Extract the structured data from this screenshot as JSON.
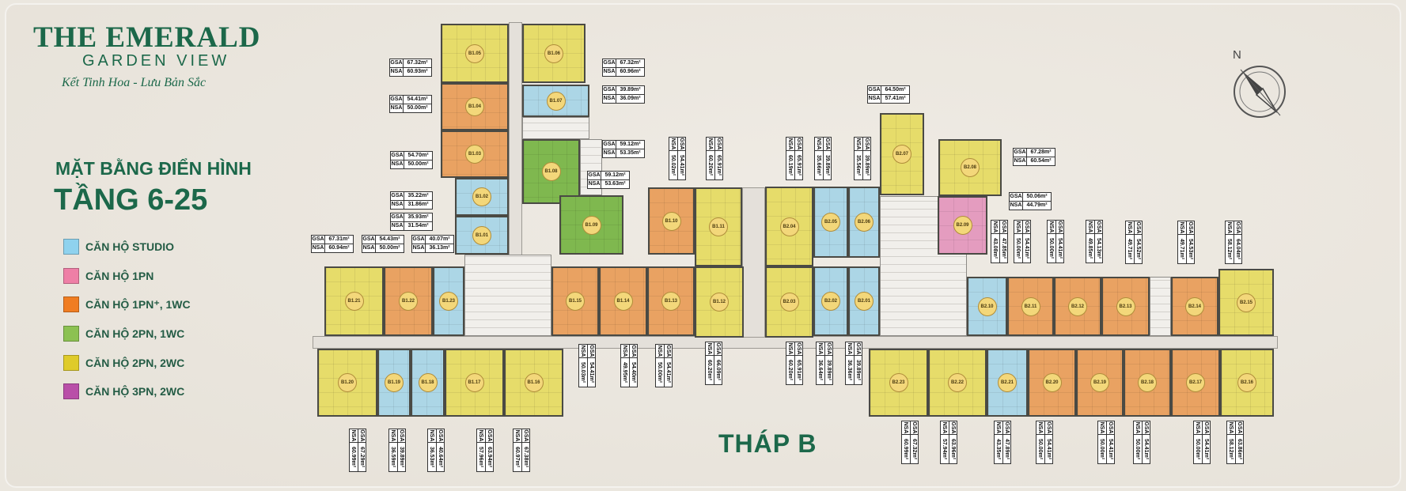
{
  "logo": {
    "title": "THE EMERALD",
    "subtitle": "GARDEN VIEW",
    "tagline": "Kết Tinh Hoa - Lưu Bản Sắc"
  },
  "plan": {
    "title": "MẶT BẰNG  ĐIỂN HÌNH",
    "floors": "TẦNG 6-25",
    "tower": "THÁP B",
    "compass_label": "N"
  },
  "legend": [
    {
      "label": "CĂN HỘ STUDIO",
      "color": "#8fd2ee"
    },
    {
      "label": "CĂN HỘ 1PN",
      "color": "#ee7fa6"
    },
    {
      "label": "CĂN HỘ 1PN⁺, 1WC",
      "color": "#f07d22"
    },
    {
      "label": "CĂN HỘ 2PN, 1WC",
      "color": "#8cc152"
    },
    {
      "label": "CĂN HỘ 2PN, 2WC",
      "color": "#dfcb2a"
    },
    {
      "label": "CĂN HỘ 3PN, 2WC",
      "color": "#b94fa8"
    }
  ],
  "unit_fill_colors": {
    "studio": "#acd6e6",
    "1pn": "#e49cbf",
    "1pn_plus": "#e9a262",
    "2pn_1wc": "#7fb84f",
    "2pn_2wc": "#e6dc6a"
  },
  "units": [
    {
      "id": "B1.05",
      "type": "2pn_2wc"
    },
    {
      "id": "B1.04",
      "type": "1pn_plus"
    },
    {
      "id": "B1.03",
      "type": "1pn_plus"
    },
    {
      "id": "B1.02",
      "type": "studio"
    },
    {
      "id": "B1.01",
      "type": "studio"
    },
    {
      "id": "B1.06",
      "type": "2pn_2wc"
    },
    {
      "id": "B1.07",
      "type": "studio"
    },
    {
      "id": "B1.08",
      "type": "2pn_1wc"
    },
    {
      "id": "B1.09",
      "type": "2pn_1wc"
    },
    {
      "id": "B1.10",
      "type": "1pn_plus"
    },
    {
      "id": "B1.11",
      "type": "2pn_2wc"
    },
    {
      "id": "B1.21",
      "type": "2pn_2wc"
    },
    {
      "id": "B1.22",
      "type": "1pn_plus"
    },
    {
      "id": "B1.23",
      "type": "studio"
    },
    {
      "id": "B1.15",
      "type": "1pn_plus"
    },
    {
      "id": "B1.14",
      "type": "1pn_plus"
    },
    {
      "id": "B1.13",
      "type": "1pn_plus"
    },
    {
      "id": "B1.12",
      "type": "2pn_2wc"
    },
    {
      "id": "B1.20",
      "type": "2pn_2wc"
    },
    {
      "id": "B1.19",
      "type": "studio"
    },
    {
      "id": "B1.18",
      "type": "studio"
    },
    {
      "id": "B1.17",
      "type": "2pn_2wc"
    },
    {
      "id": "B1.16",
      "type": "2pn_2wc"
    },
    {
      "id": "B2.04",
      "type": "2pn_2wc"
    },
    {
      "id": "B2.05",
      "type": "studio"
    },
    {
      "id": "B2.06",
      "type": "studio"
    },
    {
      "id": "B2.07",
      "type": "2pn_2wc"
    },
    {
      "id": "B2.08",
      "type": "2pn_2wc"
    },
    {
      "id": "B2.09",
      "type": "1pn"
    },
    {
      "id": "B2.03",
      "type": "2pn_2wc"
    },
    {
      "id": "B2.02",
      "type": "studio"
    },
    {
      "id": "B2.01",
      "type": "studio"
    },
    {
      "id": "B2.10",
      "type": "studio"
    },
    {
      "id": "B2.11",
      "type": "1pn_plus"
    },
    {
      "id": "B2.12",
      "type": "1pn_plus"
    },
    {
      "id": "B2.13",
      "type": "1pn_plus"
    },
    {
      "id": "B2.14",
      "type": "1pn_plus"
    },
    {
      "id": "B2.15",
      "type": "2pn_2wc"
    },
    {
      "id": "B2.23",
      "type": "2pn_2wc"
    },
    {
      "id": "B2.22",
      "type": "2pn_2wc"
    },
    {
      "id": "B2.21",
      "type": "studio"
    },
    {
      "id": "B2.20",
      "type": "1pn_plus"
    },
    {
      "id": "B2.19",
      "type": "1pn_plus"
    },
    {
      "id": "B2.18",
      "type": "1pn_plus"
    },
    {
      "id": "B2.17",
      "type": "1pn_plus"
    },
    {
      "id": "B2.16",
      "type": "2pn_2wc"
    }
  ],
  "area_tag_labels": {
    "gsa": "GSA",
    "nsa": "NSA"
  },
  "area_tags": [
    {
      "gsa": "67.32m²",
      "nsa": "60.93m²"
    },
    {
      "gsa": "54.41m²",
      "nsa": "50.00m²"
    },
    {
      "gsa": "54.70m²",
      "nsa": "50.00m²"
    },
    {
      "gsa": "35.22m²",
      "nsa": "31.86m²"
    },
    {
      "gsa": "35.93m²",
      "nsa": "31.54m²"
    },
    {
      "gsa": "67.31m²",
      "nsa": "60.94m²"
    },
    {
      "gsa": "54.43m²",
      "nsa": "50.00m²"
    },
    {
      "gsa": "40.07m²",
      "nsa": "36.13m²"
    },
    {
      "gsa": "67.32m²",
      "nsa": "60.96m²"
    },
    {
      "gsa": "39.89m²",
      "nsa": "36.09m²"
    },
    {
      "gsa": "59.12m²",
      "nsa": "53.35m²"
    },
    {
      "gsa": "59.12m²",
      "nsa": "53.63m²"
    },
    {
      "gsa": "64.50m²",
      "nsa": "57.41m²"
    },
    {
      "gsa": "67.28m²",
      "nsa": "60.54m²"
    },
    {
      "gsa": "50.06m²",
      "nsa": "44.79m²"
    },
    {
      "gsa": "54.41m²",
      "nsa": "50.02m²"
    },
    {
      "gsa": "65.91m²",
      "nsa": "60.20m²"
    },
    {
      "gsa": "65.91m²",
      "nsa": "60.19m²"
    },
    {
      "gsa": "39.89m²",
      "nsa": "35.66m²"
    },
    {
      "gsa": "39.89m²",
      "nsa": "35.56m²"
    },
    {
      "gsa": "47.85m²",
      "nsa": "43.08m²"
    },
    {
      "gsa": "54.41m²",
      "nsa": "50.00m²"
    },
    {
      "gsa": "54.41m²",
      "nsa": "50.00m²"
    },
    {
      "gsa": "54.13m²",
      "nsa": "49.85m²"
    },
    {
      "gsa": "54.52m²",
      "nsa": "49.71m²"
    },
    {
      "gsa": "54.53m²",
      "nsa": "49.71m²"
    },
    {
      "gsa": "64.04m²",
      "nsa": "58.12m²"
    },
    {
      "gsa": "54.41m²",
      "nsa": "50.03m²"
    },
    {
      "gsa": "54.40m²",
      "nsa": "49.95m²"
    },
    {
      "gsa": "54.41m²",
      "nsa": "50.00m²"
    },
    {
      "gsa": "66.09m²",
      "nsa": "60.20m²"
    },
    {
      "gsa": "65.91m²",
      "nsa": "60.20m²"
    },
    {
      "gsa": "39.89m²",
      "nsa": "36.64m²"
    },
    {
      "gsa": "39.89m²",
      "nsa": "36.36m²"
    },
    {
      "gsa": "67.29m²",
      "nsa": "60.99m²"
    },
    {
      "gsa": "39.89m²",
      "nsa": "36.59m²"
    },
    {
      "gsa": "40.64m²",
      "nsa": "36.53m²"
    },
    {
      "gsa": "63.94m²",
      "nsa": "57.96m²"
    },
    {
      "gsa": "67.38m²",
      "nsa": "60.97m²"
    },
    {
      "gsa": "67.32m²",
      "nsa": "60.99m²"
    },
    {
      "gsa": "63.96m²",
      "nsa": "57.94m²"
    },
    {
      "gsa": "47.89m²",
      "nsa": "43.35m²"
    },
    {
      "gsa": "54.41m²",
      "nsa": "50.00m²"
    },
    {
      "gsa": "54.41m²",
      "nsa": "50.00m²"
    },
    {
      "gsa": "54.41m²",
      "nsa": "50.00m²"
    },
    {
      "gsa": "54.41m²",
      "nsa": "50.00m²"
    },
    {
      "gsa": "63.86m²",
      "nsa": "58.12m²"
    }
  ]
}
